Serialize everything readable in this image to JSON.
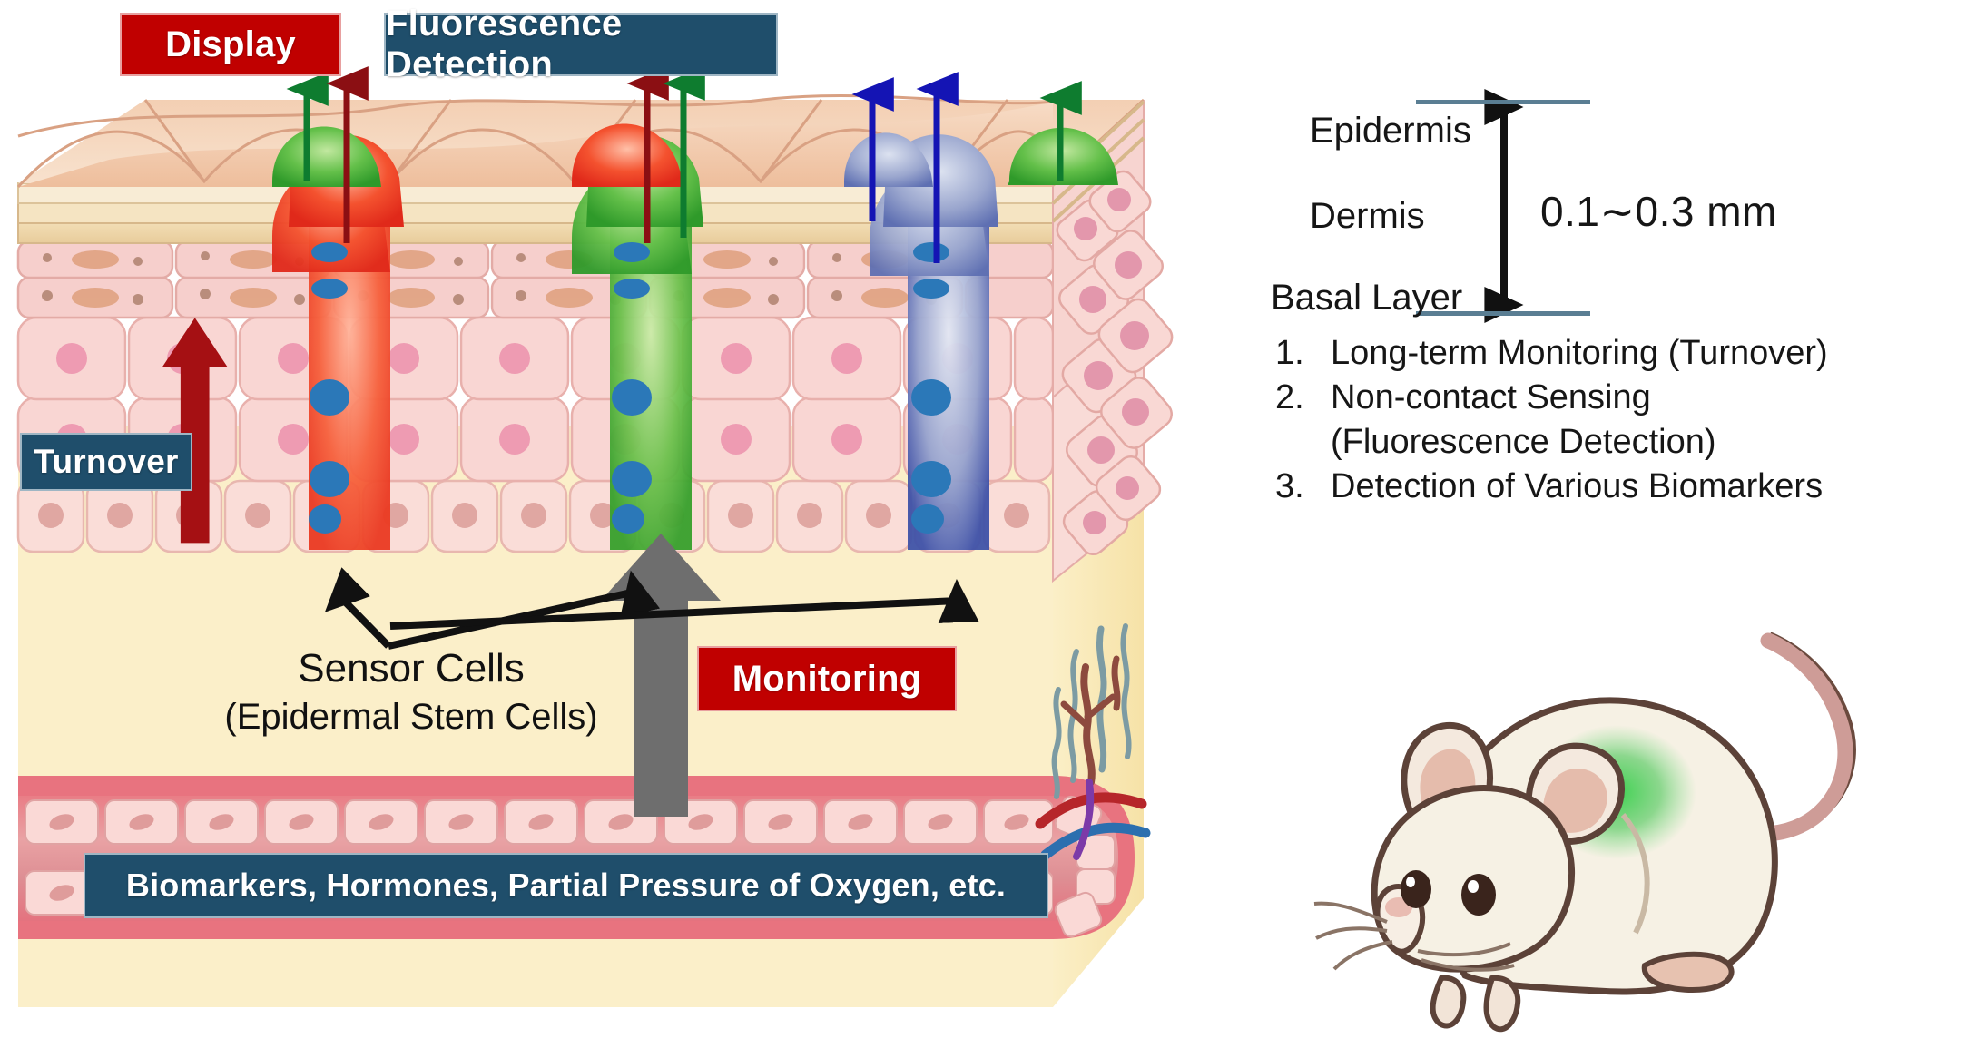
{
  "badges": {
    "display": "Display",
    "fluorescence_detection": "Fluorescence Detection",
    "turnover": "Turnover",
    "monitoring": "Monitoring",
    "biomarkers_banner": "Biomarkers, Hormones, Partial Pressure of Oxygen, etc."
  },
  "skin_layers": {
    "epidermis": "Epidermis",
    "dermis": "Dermis",
    "basal_layer": "Basal Layer",
    "thickness": "0.1∼0.3 mm"
  },
  "features": {
    "num_1": "1.",
    "item_1": "Long-term Monitoring (Turnover)",
    "num_2": "2.",
    "item_2": "Non-contact Sensing",
    "item_2_sub": "(Fluorescence Detection)",
    "num_3": "3.",
    "item_3": "Detection of Various Biomarkers"
  },
  "captions": {
    "sensor_cells": "Sensor Cells",
    "sensor_cells_sub": "(Epidermal Stem Cells)"
  },
  "colors": {
    "badge_red": "#C00000",
    "badge_blue": "#1F4E6B",
    "rule_blue": "#5A7E93",
    "arrow_red": "#8B0F13",
    "arrow_green": "#0E7C2F",
    "arrow_blue": "#1414B4",
    "turnover_arrow": "#A51013",
    "monitoring_arrow": "#6E6E6E",
    "fluor_green": "#49B03B",
    "fluor_red": "#F2432B",
    "fluor_blue": "#5B6FB5",
    "skin_surface": "#F0C6A8",
    "cell_pink": "#F8D3D2",
    "dermis_yellow": "#FBECC0",
    "vessel_pink": "#E98A90",
    "mouse_body": "#F4EFE2",
    "mouse_tail": "#C99A96",
    "mouse_glow": "#3FC74F"
  },
  "icons": {
    "emission_arrow_up": "arrow-up-icon",
    "turnover_arrow_up": "arrow-up-icon",
    "monitoring_arrow_up": "arrow-up-icon",
    "sensor_pointer": "double-arrow-icon",
    "depth_arrow": "double-headed-arrow-icon",
    "mouse": "mouse-illustration-icon",
    "glow_spot": "fluorescent-glow-icon"
  },
  "fluorescent_columns": [
    {
      "id": "column-red",
      "color": "#F2432B",
      "dome_color": "#49B03B",
      "emission": [
        "green",
        "red"
      ]
    },
    {
      "id": "column-green",
      "color": "#49B03B",
      "dome_color": "#F2432B",
      "emission": [
        "red",
        "green"
      ]
    },
    {
      "id": "column-blue",
      "color": "#5B6FB5",
      "dome_color": "#8E9AC4",
      "emission": [
        "blue",
        "blue"
      ]
    },
    {
      "id": "dome-green-right",
      "color": "#49B03B",
      "dome_color": "#49B03B",
      "emission": [
        "green"
      ]
    }
  ]
}
